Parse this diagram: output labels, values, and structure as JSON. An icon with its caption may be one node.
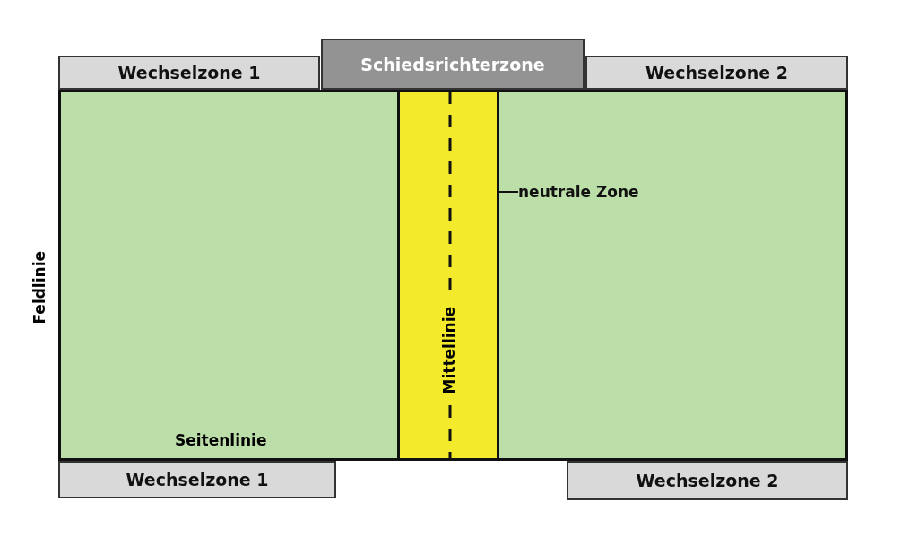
{
  "diagram": {
    "nodes": [
      {
        "text": [
          "Wechselzone 1"
        ]
      },
      {
        "text": [
          "Schiedsrichterzone"
        ]
      },
      {
        "text": [
          "Wechselzone 2"
        ]
      },
      {
        "text": [],
        "shape": "box"
      },
      {
        "text": [],
        "shape": "box"
      },
      {
        "text": [],
        "shape": "box"
      },
      {
        "text": [
          "neutrale Zone"
        ],
        "in": 5
      },
      {
        "text": [
          "Wechselzone 1"
        ]
      },
      {
        "text": [
          "Wechselzone 2"
        ]
      }
    ],
    "edges": [
      {
        "from": 6,
        "to": 4,
        "arrow": "none"
      }
    ],
    "labels": [
      "Feldlinie",
      "Seitenlinie",
      "Mittellinie"
    ]
  }
}
